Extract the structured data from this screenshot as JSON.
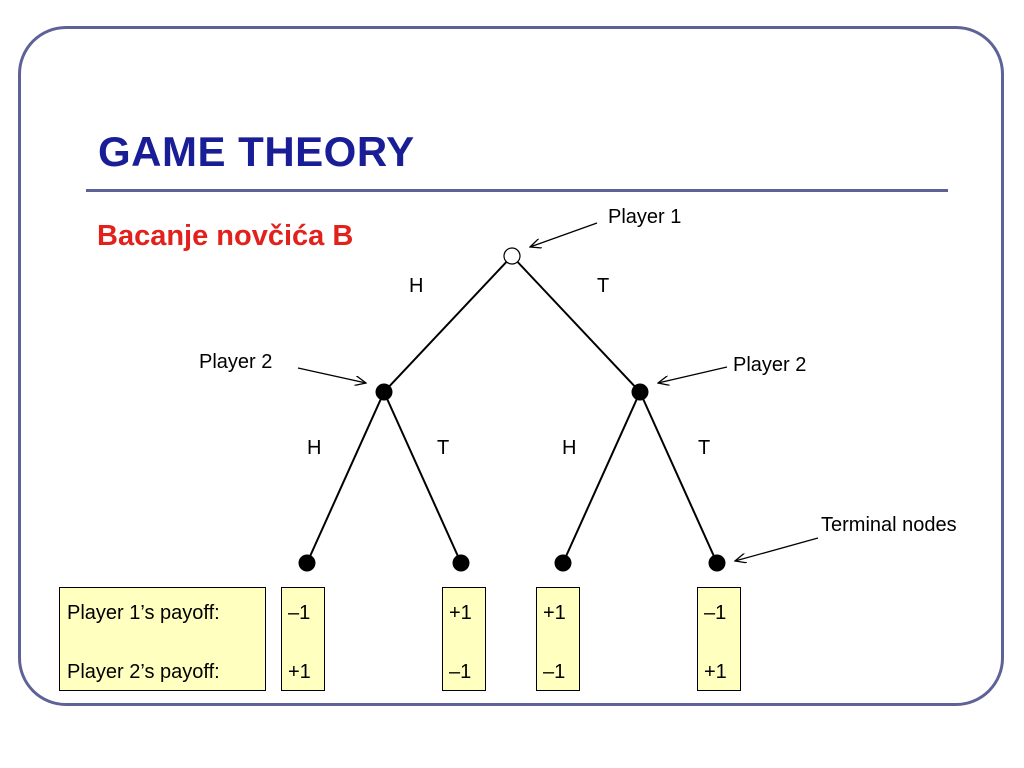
{
  "slide": {
    "title": "GAME THEORY",
    "subtitle": "Bacanje novčića B"
  },
  "colors": {
    "title": "#1a1e96",
    "subtitle": "#e3211c",
    "frame": "#5f6296",
    "payoff_box_fill": "#ffffc0"
  },
  "tree": {
    "root_label": "Player 1",
    "left_decision_label": "Player 2",
    "right_decision_label": "Player 2",
    "terminal_label": "Terminal nodes",
    "root_moves": [
      "H",
      "T"
    ],
    "player2_left_moves": [
      "H",
      "T"
    ],
    "player2_right_moves": [
      "H",
      "T"
    ]
  },
  "payoffs": {
    "row_labels": [
      "Player 1’s payoff:",
      "Player 2’s payoff:"
    ],
    "outcomes": [
      {
        "p1": "–1",
        "p2": "+1"
      },
      {
        "p1": "+1",
        "p2": "–1"
      },
      {
        "p1": "+1",
        "p2": "–1"
      },
      {
        "p1": "–1",
        "p2": "+1"
      }
    ]
  }
}
